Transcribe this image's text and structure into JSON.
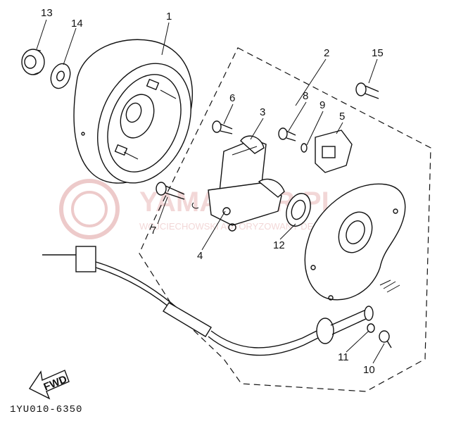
{
  "diagram_code": "1YU010-6350",
  "fwd_label": "FWD",
  "watermark": {
    "brand": "YAMASTER.PL",
    "subtitle": "WOJCIECHOWSKI AUTORYZOWANY DEALER YAMAHA"
  },
  "callouts": [
    "1",
    "2",
    "3",
    "4",
    "5",
    "6",
    "7",
    "8",
    "9",
    "10",
    "11",
    "12",
    "13",
    "14",
    "15"
  ]
}
